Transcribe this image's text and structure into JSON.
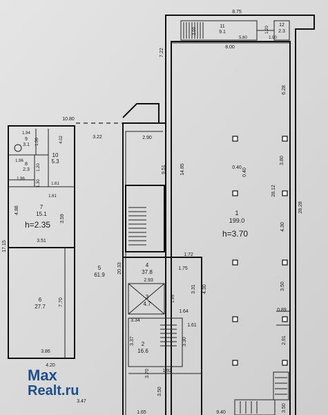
{
  "rooms": {
    "r1": {
      "number": "1",
      "area": "199.0",
      "height": "h=3.70"
    },
    "r2": {
      "number": "2",
      "area": "16.6"
    },
    "r3": {
      "number": "3",
      "area": "4.7"
    },
    "r4": {
      "number": "4",
      "area": "37.8"
    },
    "r5": {
      "number": "5",
      "area": "61.9"
    },
    "r6": {
      "number": "6",
      "area": "27.7"
    },
    "r7": {
      "number": "7",
      "area": "15.1",
      "height": "h=2.35"
    },
    "r8": {
      "number": "8",
      "area": "2.3"
    },
    "r9": {
      "number": "9",
      "area": "3.1"
    },
    "r10": {
      "number": "10",
      "area": "5.3"
    },
    "r11": {
      "number": "11",
      "area": "9.1"
    },
    "r12": {
      "number": "12",
      "area": "2.3"
    }
  },
  "dims": {
    "d875": "8.75",
    "d200": "2.00",
    "d580": "5.80",
    "d190": "1.90",
    "d722": "7.22",
    "d800": "8.00",
    "d628": "6.28",
    "d1080": "10.80",
    "d322": "3.22",
    "d290": "2.90",
    "d194": "1.94",
    "d402": "4.02",
    "d156": "1.56",
    "d196": "1.96",
    "d120": "1.20",
    "d196b": "1.96",
    "d161": "1.61",
    "d951": "9.51",
    "d1485": "14.85",
    "d380": "3.80",
    "d040a": "0.40",
    "d040b": "0.40",
    "d2812": "28.12",
    "d2828": "28.28",
    "d488": "4.88",
    "d359": "3.59",
    "d1715": "17.15",
    "d351": "3.51",
    "d430": "4.30",
    "d172": "1.72",
    "d175": "1.75",
    "d2033": "20.33",
    "d293": "2.93",
    "d331": "3.31",
    "d430b": "4.30",
    "d350": "3.50",
    "d164": "1.64",
    "d089": "0.89",
    "d770": "7.70",
    "d386": "3.86",
    "d334": "3.34",
    "d161b": "1.61",
    "d337": "3.37",
    "d330": "3.30",
    "d291": "2.91",
    "d420": "4.20",
    "d370": "3.70",
    "d192": "1.92",
    "d347": "3.47",
    "d350b": "3.50",
    "d165": "1.65",
    "d940": "9.40",
    "d350c": "3.50",
    "d195": "1.95",
    "d130": "1.30"
  },
  "watermark": {
    "max": "Max",
    "realt": "Realt.ru"
  }
}
